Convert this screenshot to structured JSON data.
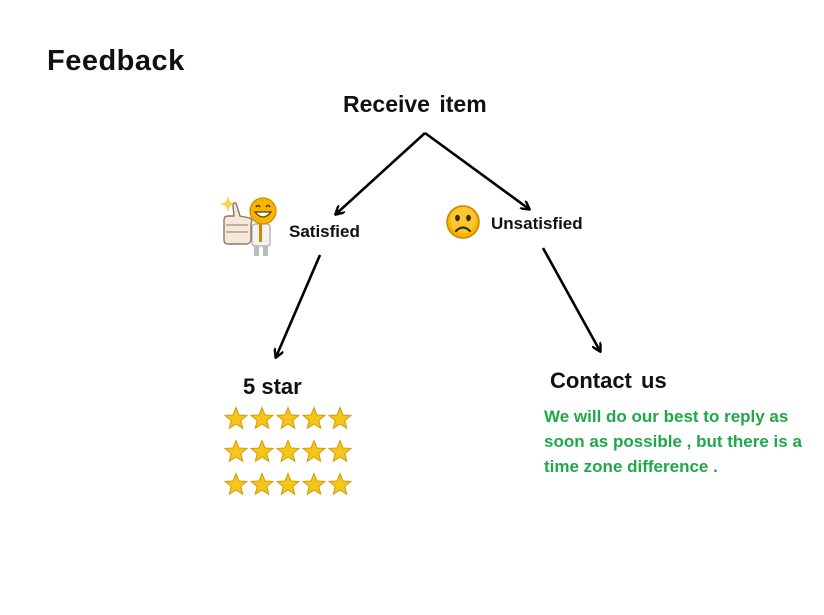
{
  "title": "Feedback",
  "root": "Receive  item",
  "branches": {
    "satisfied": "Satisfied",
    "unsatisfied": "Unsatisfied"
  },
  "outcomes": {
    "satisfied": "5 star",
    "unsatisfied": "Contact  us"
  },
  "note": "We will do our best to reply as soon as possible , but there is a time zone difference .",
  "rating": {
    "stars_per_row": 5,
    "rows": 3
  },
  "icons": [
    "thumbs-up-smiley-icon",
    "sad-face-icon",
    "star-icon"
  ],
  "colors": {
    "text": "#111111",
    "note": "#1fa84a",
    "arrow": "#000000",
    "star": "#f5c518",
    "face": "#f7b500"
  }
}
